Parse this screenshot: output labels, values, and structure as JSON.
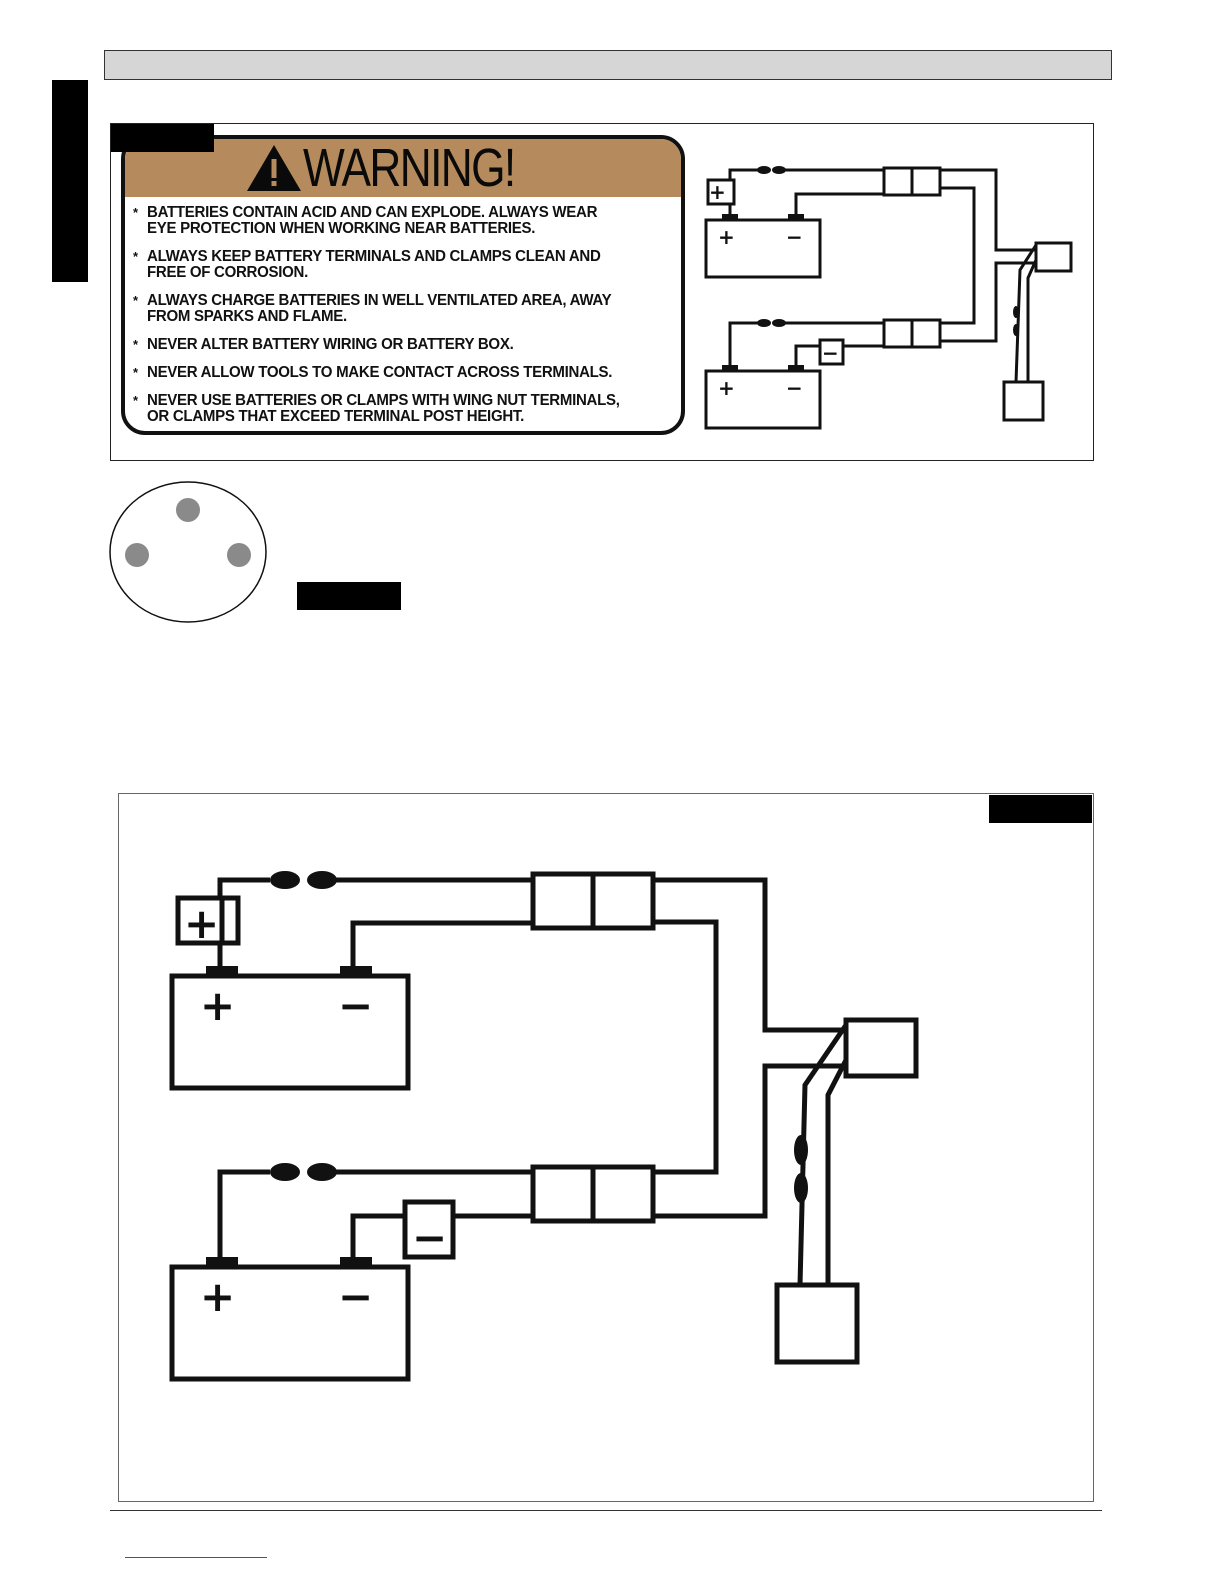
{
  "warning": {
    "title": "WARNING!",
    "items": [
      "BATTERIES CONTAIN ACID AND CAN EXPLODE. ALWAYS WEAR\nEYE PROTECTION WHEN WORKING NEAR BATTERIES.",
      "ALWAYS KEEP BATTERY TERMINALS AND CLAMPS CLEAN AND\nFREE OF CORROSION.",
      "ALWAYS CHARGE BATTERIES IN WELL VENTILATED AREA, AWAY\nFROM SPARKS AND FLAME.",
      "NEVER ALTER BATTERY WIRING OR BATTERY BOX.",
      "NEVER ALLOW TOOLS TO MAKE CONTACT ACROSS TERMINALS.",
      "NEVER USE BATTERIES OR CLAMPS WITH WING NUT TERMINALS,\nOR CLAMPS THAT EXCEED TERMINAL POST HEIGHT."
    ],
    "bullet": "*"
  },
  "diagram": {
    "positive_symbol": "+",
    "negative_symbol": "−"
  },
  "colors": {
    "warning_header": "#b58a5c",
    "header_bar": "#d6d6d6",
    "pin_fill": "#8a8a8a",
    "footer_link": "#2d4fd0"
  }
}
